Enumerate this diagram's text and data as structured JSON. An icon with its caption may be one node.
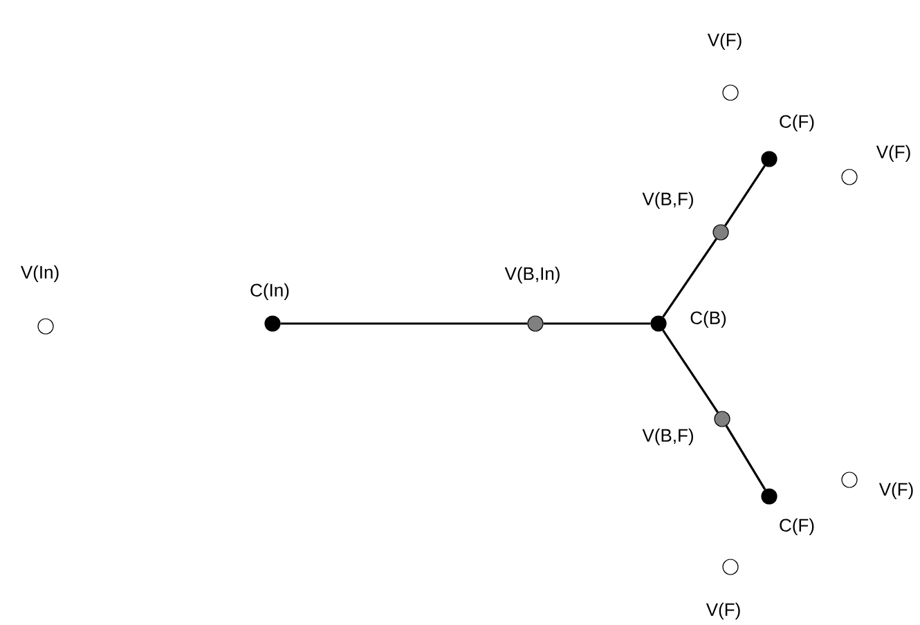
{
  "diagram": {
    "nodes": [
      {
        "text": [],
        "shape": "circle",
        "beside": [
          "V(F)"
        ]
      },
      {
        "text": [],
        "shape": "circle",
        "beside": [
          "C(F)"
        ]
      },
      {
        "text": [],
        "shape": "circle",
        "beside": [
          "V(F)"
        ]
      },
      {
        "text": [],
        "shape": "circle",
        "beside": [
          "V(B,F)"
        ]
      },
      {
        "text": [],
        "shape": "circle",
        "beside": [
          "V(In)"
        ]
      },
      {
        "text": [],
        "shape": "circle",
        "beside": [
          "C(In)"
        ]
      },
      {
        "text": [],
        "shape": "circle",
        "beside": [
          "V(B,In)"
        ]
      },
      {
        "text": [],
        "shape": "circle",
        "beside": [
          "C(B)"
        ]
      },
      {
        "text": [],
        "shape": "circle",
        "beside": [
          "V(B,F)"
        ]
      },
      {
        "text": [],
        "shape": "circle",
        "beside": [
          "V(F)"
        ]
      },
      {
        "text": [],
        "shape": "circle",
        "beside": [
          "C(F)"
        ]
      },
      {
        "text": [],
        "shape": "circle",
        "beside": [
          "V(F)"
        ]
      }
    ],
    "edges": [
      {
        "from": 5,
        "to": 6,
        "arrow": "none"
      },
      {
        "from": 6,
        "to": 7,
        "arrow": "none"
      },
      {
        "from": 7,
        "to": 3,
        "arrow": "none"
      },
      {
        "from": 3,
        "to": 1,
        "arrow": "none"
      },
      {
        "from": 7,
        "to": 8,
        "arrow": "none"
      },
      {
        "from": 8,
        "to": 10,
        "arrow": "none"
      }
    ]
  }
}
